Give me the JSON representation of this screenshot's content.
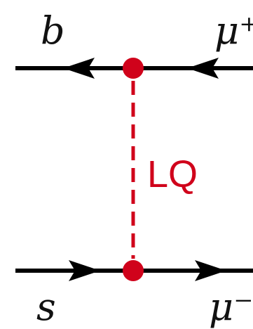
{
  "diagram": {
    "particles": {
      "top_left": "b",
      "top_right": "μ⁺",
      "bottom_left": "s",
      "bottom_right": "μ⁻"
    },
    "mediator": {
      "label": "LQ"
    },
    "colors": {
      "fermion_line": "#000000",
      "mediator": "#d0021b"
    }
  }
}
